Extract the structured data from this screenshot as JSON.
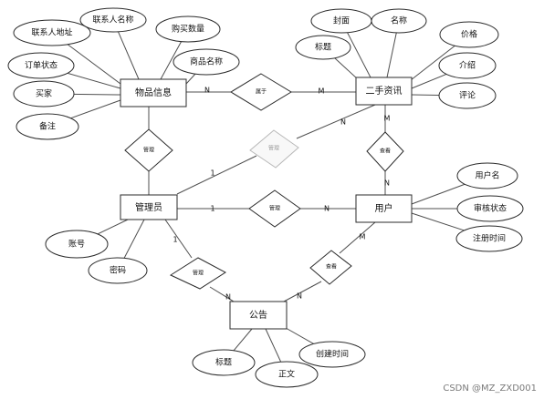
{
  "entities": {
    "goods": "物品信息",
    "secondhand": "二手资讯",
    "admin": "管理员",
    "user": "用户",
    "notice": "公告"
  },
  "goods_attrs": {
    "contact_address": "联系人地址",
    "contact_name": "联系人名称",
    "purchase_qty": "购买数量",
    "order_status": "订单状态",
    "product_name": "商品名称",
    "buyer": "买家",
    "remark": "备注"
  },
  "secondhand_attrs": {
    "cover": "封面",
    "name": "名称",
    "title": "标题",
    "price": "价格",
    "intro": "介绍",
    "comment": "评论"
  },
  "admin_attrs": {
    "account": "账号",
    "password": "密码"
  },
  "user_attrs": {
    "username": "用户名",
    "review_status": "审核状态",
    "register_time": "注册时间"
  },
  "notice_attrs": {
    "title": "标题",
    "body": "正文",
    "created_time": "创建时间"
  },
  "relationships": {
    "goods_secondhand": "属于",
    "admin_goods": "管理",
    "admin_secondhand": "管理",
    "admin_user": "管理",
    "user_secondhand": "查看",
    "admin_notice": "管理",
    "user_notice": "查看"
  },
  "cardinalities": {
    "goods_rel": "N",
    "rel_secondhand": "M",
    "secondhand_admin_rel": "N",
    "admin_admin_rel": "1",
    "admin_user_admin": "1",
    "admin_user_user": "N",
    "secondhand_user_top": "M",
    "secondhand_user_bottom": "N",
    "admin_notice_admin": "1",
    "admin_notice_notice": "N",
    "user_notice_user": "M",
    "user_notice_notice": "N"
  },
  "watermark": "CSDN @MZ_ZXD001"
}
